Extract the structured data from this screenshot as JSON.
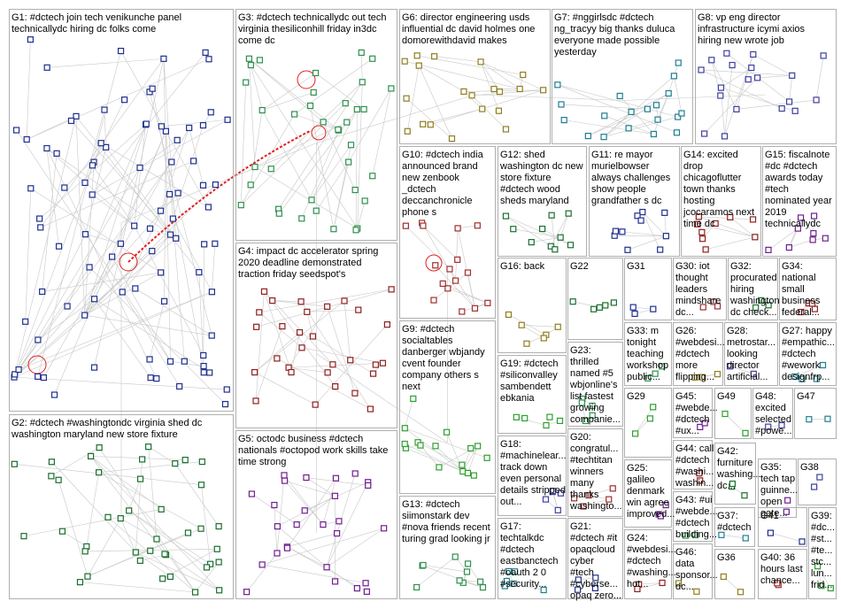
{
  "groups": [
    {
      "id": "g1",
      "lines": [
        "G1: #dctech join tech venikunche panel",
        "technicallydc hiring dc folks come"
      ]
    },
    {
      "id": "g2",
      "lines": [
        "G2: #dctech #washingtondc virginia shed dc",
        "washington maryland new store fixture"
      ]
    },
    {
      "id": "g3",
      "lines": [
        "G3: #dctech technicallydc out tech",
        "virginia thesiliconhill friday in3dc",
        "come dc"
      ]
    },
    {
      "id": "g4",
      "lines": [
        "G4: impact dc accelerator spring",
        "2020 deadline demonstrated",
        "traction friday seedspot's"
      ]
    },
    {
      "id": "g5",
      "lines": [
        "G5: octodc business #dctech",
        "nationals #octopod work skills take",
        "time strong"
      ]
    },
    {
      "id": "g6",
      "lines": [
        "G6: director engineering usds",
        "influential dc david holmes one",
        "domorewithdavid makes"
      ]
    },
    {
      "id": "g7",
      "lines": [
        "G7: #nggirlsdc #dctech",
        "ng_tracyy big thanks duluca",
        "everyone made possible",
        "yesterday"
      ]
    },
    {
      "id": "g8",
      "lines": [
        "G8: vp eng director",
        "infrastructure icymi axios",
        "hiring new wrote job"
      ]
    },
    {
      "id": "g9",
      "lines": [
        "G9: #dctech",
        "socialtables",
        "danberger wbjandy",
        "cvent founder",
        "company others s",
        "next"
      ]
    },
    {
      "id": "g10",
      "lines": [
        "G10: #dctech india",
        "announced brand",
        "new zenbook",
        "_dctech",
        "deccanchronicle",
        "phone s"
      ]
    },
    {
      "id": "g11",
      "lines": [
        "G11: re mayor",
        "murielbowser",
        "always challenges",
        "show people",
        "grandfather s dc"
      ]
    },
    {
      "id": "g12",
      "lines": [
        "G12: shed",
        "washington dc new",
        "store fixture",
        "#dctech wood",
        "sheds maryland"
      ]
    },
    {
      "id": "g13",
      "lines": [
        "G13: #dctech",
        "siimonstark dev",
        "#nova friends recent",
        "turing grad looking jr"
      ]
    },
    {
      "id": "g14",
      "lines": [
        "G14: excited",
        "drop",
        "chicagoflutter",
        "town thanks",
        "hosting",
        "jcocaramos next",
        "time dc"
      ]
    },
    {
      "id": "g15",
      "lines": [
        "G15: fiscalnote",
        "#dc #dctech",
        "awards today",
        "#tech",
        "nominated year",
        "2019",
        "technicallydc"
      ]
    },
    {
      "id": "g16",
      "lines": [
        "G16: back"
      ]
    },
    {
      "id": "g17",
      "lines": [
        "G17:",
        "techtalkdc",
        "#dctech",
        "eastbanctech",
        "#oauth 2 0",
        "#security..."
      ]
    },
    {
      "id": "g18",
      "lines": [
        "G18:",
        "#machinelear...",
        "track down",
        "even personal",
        "details stripped",
        "out..."
      ]
    },
    {
      "id": "g19",
      "lines": [
        "G19: #dctech",
        "#siliconvalley",
        "sambendett",
        "ebkania"
      ]
    },
    {
      "id": "g20",
      "lines": [
        "G20:",
        "congratul...",
        "#techtitan",
        "winners",
        "many",
        "thanks",
        "washingto..."
      ]
    },
    {
      "id": "g21",
      "lines": [
        "G21:",
        "#dctech #it",
        "opaqcloud",
        "cyber",
        "#tech",
        "#cyberse...",
        "opaq zero..."
      ]
    },
    {
      "id": "g22",
      "lines": [
        "G22"
      ]
    },
    {
      "id": "g23",
      "lines": [
        "G23:",
        "thrilled",
        "named #5",
        "wbjonline's",
        "list fastest",
        "growing",
        "companie..."
      ]
    },
    {
      "id": "g24",
      "lines": [
        "G24:",
        "#webdesi...",
        "#dctech",
        "#washing...",
        "hot..."
      ]
    },
    {
      "id": "g25",
      "lines": [
        "G25:",
        "galileo",
        "denmark",
        "win agree",
        "improved..."
      ]
    },
    {
      "id": "g26",
      "lines": [
        "G26:",
        "#webdesi...",
        "#dctech",
        "more",
        "flipping..."
      ]
    },
    {
      "id": "g27",
      "lines": [
        "G27: happy",
        "#empathic...",
        "#dctech",
        "#wework",
        "designfrp..."
      ]
    },
    {
      "id": "g28",
      "lines": [
        "G28:",
        "metrostar...",
        "looking",
        "director",
        "artificial..."
      ]
    },
    {
      "id": "g29",
      "lines": [
        "G29"
      ]
    },
    {
      "id": "g30",
      "lines": [
        "G30: iot",
        "thought",
        "leaders",
        "mindshare",
        "dc..."
      ]
    },
    {
      "id": "g31",
      "lines": [
        "G31"
      ]
    },
    {
      "id": "g32",
      "lines": [
        "G32:",
        "procurated",
        "hiring",
        "washington",
        "dc check..."
      ]
    },
    {
      "id": "g33",
      "lines": [
        "G33: m",
        "tonight",
        "teaching",
        "workshop",
        "public..."
      ]
    },
    {
      "id": "g34",
      "lines": [
        "G34:",
        "national",
        "small",
        "business",
        "federal..."
      ]
    },
    {
      "id": "g35",
      "lines": [
        "G35:",
        "tech tap",
        "guinne...",
        "open",
        "gate..."
      ]
    },
    {
      "id": "g36",
      "lines": [
        "G36"
      ]
    },
    {
      "id": "g37",
      "lines": [
        "G37:",
        "#dctech"
      ]
    },
    {
      "id": "g38",
      "lines": [
        "G38"
      ]
    },
    {
      "id": "g39",
      "lines": [
        "G39:",
        "#dc...",
        "#st...",
        "#te...",
        "stc...",
        "lun...",
        "frid..."
      ]
    },
    {
      "id": "g40",
      "lines": [
        "G40: 36",
        "hours last",
        "chance..."
      ]
    },
    {
      "id": "g41",
      "lines": [
        "G41"
      ]
    },
    {
      "id": "g42",
      "lines": [
        "G42:",
        "furniture",
        "washing...",
        "dc..."
      ]
    },
    {
      "id": "g43",
      "lines": [
        "G43: #ui",
        "#webde...",
        "#dctech",
        "building..."
      ]
    },
    {
      "id": "g44",
      "lines": [
        "G44: call",
        "#dctech",
        "#washi...",
        "washin..."
      ]
    },
    {
      "id": "g45",
      "lines": [
        "G45:",
        "#webde...",
        "#dctech",
        "#ux..."
      ]
    },
    {
      "id": "g46",
      "lines": [
        "G46:",
        "data",
        "sponsor...",
        "dc..."
      ]
    },
    {
      "id": "g47",
      "lines": [
        "G47"
      ]
    },
    {
      "id": "g48",
      "lines": [
        "G48:",
        "excited",
        "selected",
        "#powe..."
      ]
    },
    {
      "id": "g49",
      "lines": [
        "G49"
      ]
    }
  ],
  "colors": {
    "background": "#ffffff",
    "box_border": "#b0b0b0",
    "edge": "#c8c8c8",
    "highlight_edge": "#e02020",
    "label_text": "#000000"
  }
}
